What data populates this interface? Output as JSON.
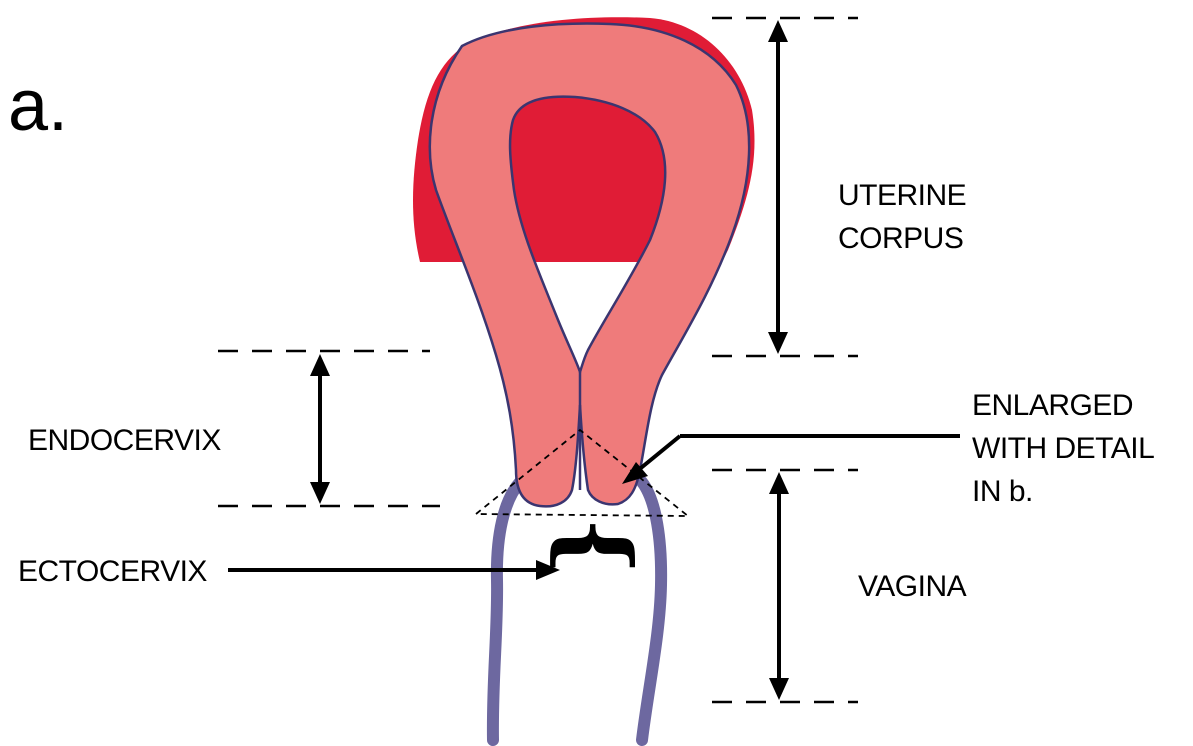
{
  "panel_label": "a.",
  "labels": {
    "uterine_corpus": [
      "UTERINE",
      "CORPUS"
    ],
    "endocervix": "ENDOCERVIX",
    "ectocervix": "ECTOCERVIX",
    "enlarged": [
      "ENLARGED",
      "WITH DETAIL",
      "IN b."
    ],
    "vagina": "VAGINA"
  },
  "colors": {
    "uterus_fill": "#ef7b7b",
    "uterus_outer_edge": "#e01c36",
    "outline": "#3b3570",
    "vagina_wall": "#6d68a0",
    "background": "#ffffff"
  }
}
